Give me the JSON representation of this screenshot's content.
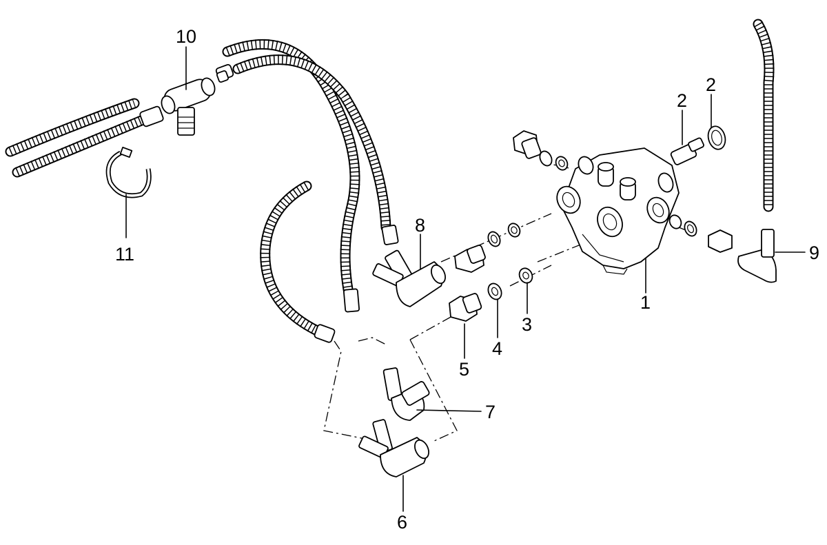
{
  "diagram": {
    "callouts": [
      {
        "id": "c1",
        "label": "1"
      },
      {
        "id": "c2a",
        "label": "2"
      },
      {
        "id": "c2b",
        "label": "2"
      },
      {
        "id": "c3",
        "label": "3"
      },
      {
        "id": "c4",
        "label": "4"
      },
      {
        "id": "c5",
        "label": "5"
      },
      {
        "id": "c6",
        "label": "6"
      },
      {
        "id": "c7",
        "label": "7"
      },
      {
        "id": "c8",
        "label": "8"
      },
      {
        "id": "c9",
        "label": "9"
      },
      {
        "id": "c10",
        "label": "10"
      },
      {
        "id": "c11",
        "label": "11"
      }
    ]
  }
}
